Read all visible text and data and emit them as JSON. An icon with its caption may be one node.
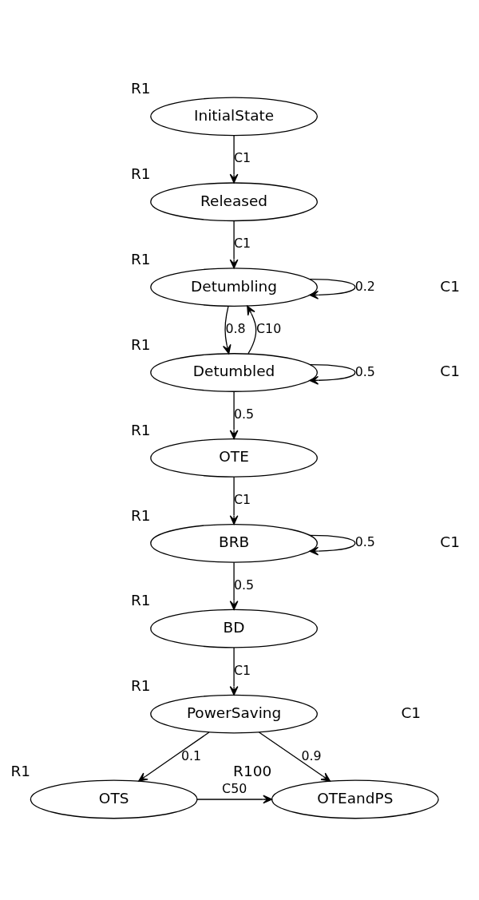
{
  "diagram": {
    "nodes": [
      {
        "text": [
          "InitialState"
        ],
        "beside": [
          "R1"
        ]
      },
      {
        "text": [
          "Released"
        ],
        "beside": [
          "R1"
        ]
      },
      {
        "text": [
          "Detumbling"
        ],
        "beside": [
          "R1"
        ]
      },
      {
        "text": [
          "Detumbled"
        ],
        "beside": [
          "R1"
        ]
      },
      {
        "text": [
          "OTE"
        ],
        "beside": [
          "R1"
        ]
      },
      {
        "text": [
          "BRB"
        ],
        "beside": [
          "R1"
        ]
      },
      {
        "text": [
          "BD"
        ],
        "beside": [
          "R1"
        ]
      },
      {
        "text": [
          "PowerSaving"
        ],
        "beside": [
          "R1"
        ]
      },
      {
        "text": [
          "OTS"
        ],
        "beside": [
          "R1"
        ]
      },
      {
        "text": [
          "OTEandPS"
        ],
        "beside": [
          "R100"
        ]
      }
    ],
    "edges": [
      {
        "from": 0,
        "to": 1,
        "arrow": "to",
        "label": "C1"
      },
      {
        "from": 1,
        "to": 2,
        "arrow": "to",
        "label": "C1"
      },
      {
        "from": 3,
        "to": 2,
        "arrow": "to",
        "label": "C10"
      },
      {
        "from": 2,
        "to": 2,
        "arrow": "to",
        "label": "0.2"
      },
      {
        "from": 2,
        "to": 3,
        "arrow": "to",
        "label": "0.8"
      },
      {
        "from": 3,
        "to": 3,
        "arrow": "to",
        "label": "0.5"
      },
      {
        "from": 3,
        "to": 4,
        "arrow": "to",
        "label": "0.5"
      },
      {
        "from": 4,
        "to": 5,
        "arrow": "to",
        "label": "C1"
      },
      {
        "from": 5,
        "to": 5,
        "arrow": "to",
        "label": "0.5"
      },
      {
        "from": 5,
        "to": 6,
        "arrow": "to",
        "label": "0.5"
      },
      {
        "from": 6,
        "to": 7,
        "arrow": "to",
        "label": "C1"
      },
      {
        "from": 7,
        "to": 8,
        "arrow": "to",
        "label": "0.1"
      },
      {
        "from": 7,
        "to": 9,
        "arrow": "to",
        "label": "0.9"
      },
      {
        "from": 8,
        "to": 9,
        "arrow": "to",
        "label": "C50"
      }
    ],
    "labels": [
      "C1",
      "C1",
      "C1",
      "C1"
    ]
  }
}
